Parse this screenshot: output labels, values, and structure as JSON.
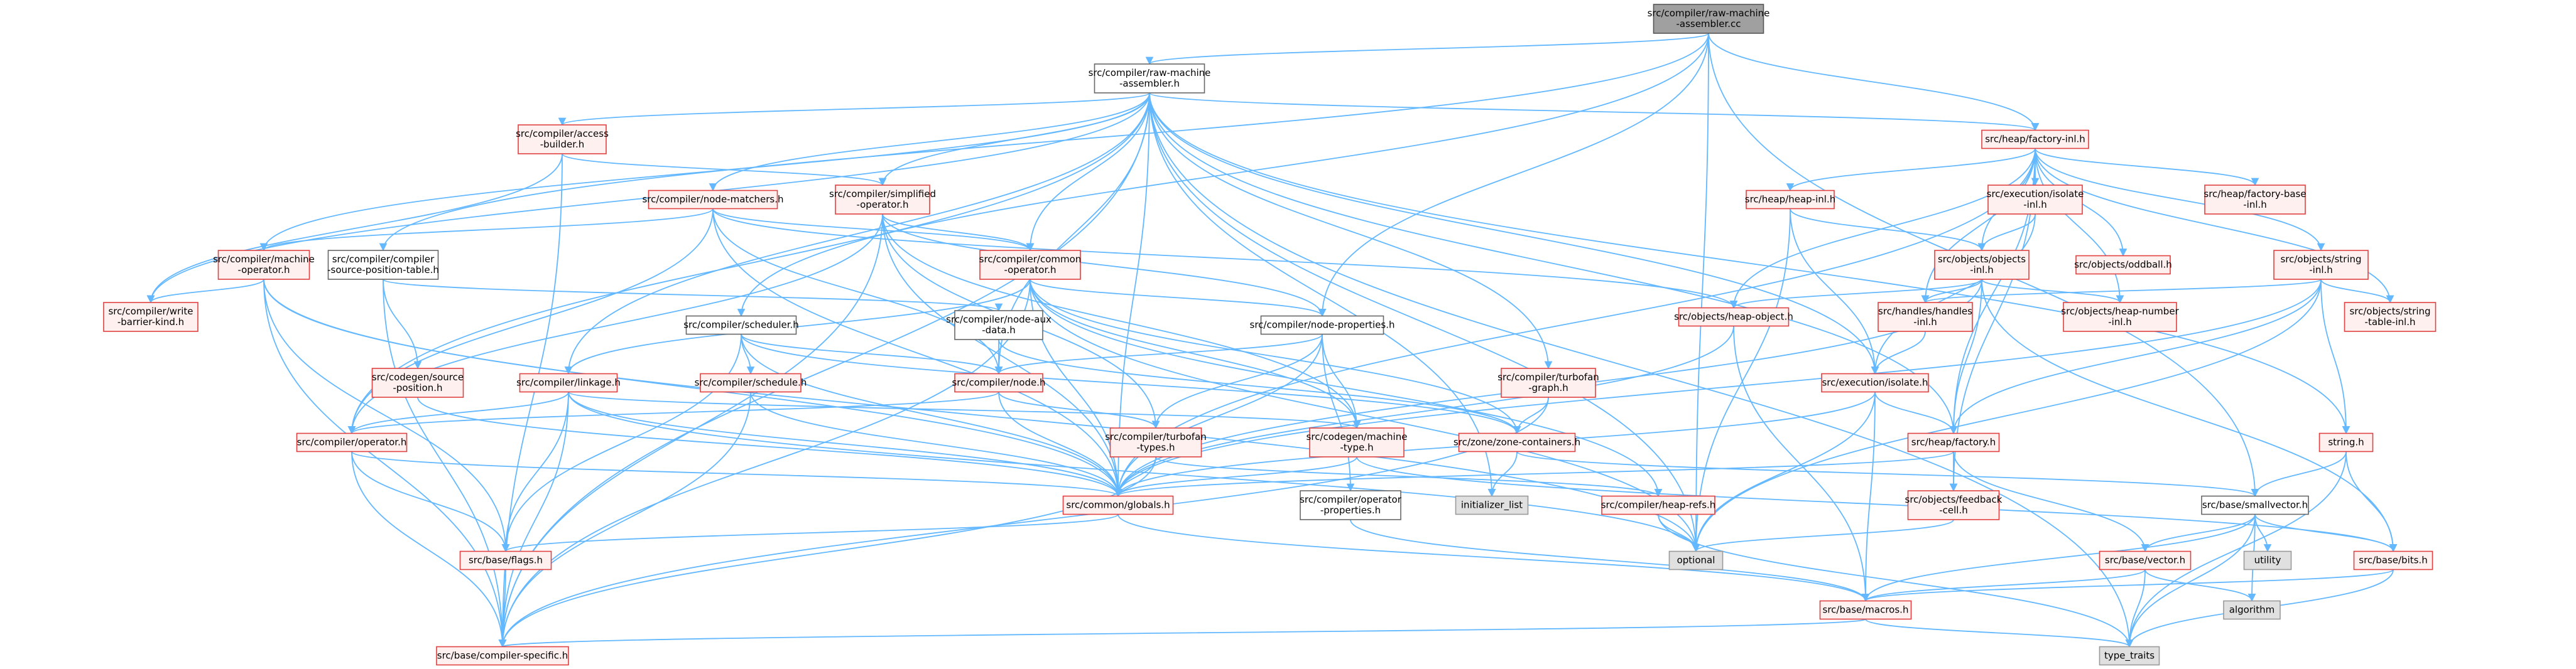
{
  "diagram": {
    "colors": {
      "edge": "#63b8ff",
      "edge_dark": "#4a90c8",
      "red_border": "#e04040",
      "red_fill": "#fff0f0",
      "root_fill": "#a0a0a0",
      "gray_fill": "#e0e0e0"
    },
    "nodes": [
      {
        "id": "n_raw_cc",
        "lines": [
          "src/compiler/raw-machine",
          "-assembler.cc"
        ],
        "kind": "root"
      },
      {
        "id": "n_raw_h",
        "lines": [
          "src/compiler/raw-machine",
          "-assembler.h"
        ],
        "kind": "black"
      },
      {
        "id": "n_access",
        "lines": [
          "src/compiler/access",
          "-builder.h"
        ],
        "kind": "red"
      },
      {
        "id": "n_simplified",
        "lines": [
          "src/compiler/simplified",
          "-operator.h"
        ],
        "kind": "red"
      },
      {
        "id": "n_node_matchers",
        "lines": [
          "src/compiler/node-matchers.h"
        ],
        "kind": "red"
      },
      {
        "id": "n_machine_op",
        "lines": [
          "src/compiler/machine",
          "-operator.h"
        ],
        "kind": "red"
      },
      {
        "id": "n_src_pos",
        "lines": [
          "src/compiler/compiler",
          "-source-position-table.h"
        ],
        "kind": "black"
      },
      {
        "id": "n_common_op",
        "lines": [
          "src/compiler/common",
          "-operator.h"
        ],
        "kind": "red"
      },
      {
        "id": "n_write_barrier",
        "lines": [
          "src/compiler/write",
          "-barrier-kind.h"
        ],
        "kind": "red"
      },
      {
        "id": "n_scheduler",
        "lines": [
          "src/compiler/scheduler.h"
        ],
        "kind": "black"
      },
      {
        "id": "n_node_aux",
        "lines": [
          "src/compiler/node-aux",
          "-data.h"
        ],
        "kind": "black"
      },
      {
        "id": "n_node_props",
        "lines": [
          "src/compiler/node-properties.h"
        ],
        "kind": "black"
      },
      {
        "id": "n_codegen_srcpos",
        "lines": [
          "src/codegen/source",
          "-position.h"
        ],
        "kind": "red"
      },
      {
        "id": "n_linkage",
        "lines": [
          "src/compiler/linkage.h"
        ],
        "kind": "red"
      },
      {
        "id": "n_schedule",
        "lines": [
          "src/compiler/schedule.h"
        ],
        "kind": "red"
      },
      {
        "id": "n_node",
        "lines": [
          "src/compiler/node.h"
        ],
        "kind": "red"
      },
      {
        "id": "n_turbofan_graph",
        "lines": [
          "src/compiler/turbofan",
          "-graph.h"
        ],
        "kind": "red"
      },
      {
        "id": "n_operator",
        "lines": [
          "src/compiler/operator.h"
        ],
        "kind": "red"
      },
      {
        "id": "n_turbofan_types",
        "lines": [
          "src/compiler/turbofan",
          "-types.h"
        ],
        "kind": "red"
      },
      {
        "id": "n_machine_type",
        "lines": [
          "src/codegen/machine",
          "-type.h"
        ],
        "kind": "red"
      },
      {
        "id": "n_zone_containers",
        "lines": [
          "src/zone/zone-containers.h"
        ],
        "kind": "red"
      },
      {
        "id": "n_globals",
        "lines": [
          "src/common/globals.h"
        ],
        "kind": "red"
      },
      {
        "id": "n_op_props",
        "lines": [
          "src/compiler/operator",
          "-properties.h"
        ],
        "kind": "black"
      },
      {
        "id": "n_initializer_list",
        "lines": [
          "initializer_list"
        ],
        "kind": "gray"
      },
      {
        "id": "n_heap_refs",
        "lines": [
          "src/compiler/heap-refs.h"
        ],
        "kind": "red"
      },
      {
        "id": "n_flags",
        "lines": [
          "src/base/flags.h"
        ],
        "kind": "red"
      },
      {
        "id": "n_compiler_specific",
        "lines": [
          "src/base/compiler-specific.h"
        ],
        "kind": "red"
      },
      {
        "id": "n_optional",
        "lines": [
          "optional"
        ],
        "kind": "gray"
      },
      {
        "id": "n_macros",
        "lines": [
          "src/base/macros.h"
        ],
        "kind": "red"
      },
      {
        "id": "n_type_traits",
        "lines": [
          "type_traits"
        ],
        "kind": "gray"
      },
      {
        "id": "n_factory_inl",
        "lines": [
          "src/heap/factory-inl.h"
        ],
        "kind": "red"
      },
      {
        "id": "n_heap_inl",
        "lines": [
          "src/heap/heap-inl.h"
        ],
        "kind": "red"
      },
      {
        "id": "n_exec_isolate_inl",
        "lines": [
          "src/execution/isolate",
          "-inl.h"
        ],
        "kind": "red"
      },
      {
        "id": "n_factory_base_inl",
        "lines": [
          "src/heap/factory-base",
          "-inl.h"
        ],
        "kind": "red"
      },
      {
        "id": "n_objects_string_inl",
        "lines": [
          "src/objects/string",
          "-inl.h"
        ],
        "kind": "red"
      },
      {
        "id": "n_objects_objects_inl",
        "lines": [
          "src/objects/objects",
          "-inl.h"
        ],
        "kind": "red"
      },
      {
        "id": "n_oddball",
        "lines": [
          "src/objects/oddball.h"
        ],
        "kind": "red"
      },
      {
        "id": "n_handles_inl",
        "lines": [
          "src/handles/handles",
          "-inl.h"
        ],
        "kind": "red"
      },
      {
        "id": "n_heap_object",
        "lines": [
          "src/objects/heap-object.h"
        ],
        "kind": "red"
      },
      {
        "id": "n_heap_number_inl",
        "lines": [
          "src/objects/heap-number",
          "-inl.h"
        ],
        "kind": "red"
      },
      {
        "id": "n_string_table_inl",
        "lines": [
          "src/objects/string",
          "-table-inl.h"
        ],
        "kind": "red"
      },
      {
        "id": "n_exec_isolate",
        "lines": [
          "src/execution/isolate.h"
        ],
        "kind": "red"
      },
      {
        "id": "n_heap_factory",
        "lines": [
          "src/heap/factory.h"
        ],
        "kind": "red"
      },
      {
        "id": "n_string_h",
        "lines": [
          "string.h"
        ],
        "kind": "red"
      },
      {
        "id": "n_feedback_cell",
        "lines": [
          "src/objects/feedback",
          "-cell.h"
        ],
        "kind": "red"
      },
      {
        "id": "n_smallvector",
        "lines": [
          "src/base/smallvector.h"
        ],
        "kind": "black"
      },
      {
        "id": "n_utility",
        "lines": [
          "utility"
        ],
        "kind": "gray"
      },
      {
        "id": "n_base_vector",
        "lines": [
          "src/base/vector.h"
        ],
        "kind": "red"
      },
      {
        "id": "n_base_bits",
        "lines": [
          "src/base/bits.h"
        ],
        "kind": "red"
      },
      {
        "id": "n_algorithm",
        "lines": [
          "algorithm"
        ],
        "kind": "gray"
      }
    ]
  }
}
